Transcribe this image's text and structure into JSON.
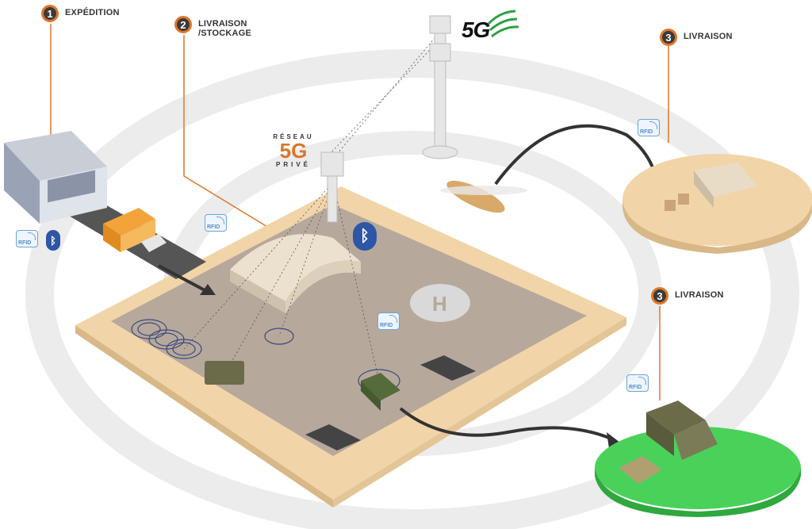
{
  "steps": [
    {
      "number": "1",
      "label": "EXPÉDITION"
    },
    {
      "number": "2",
      "label_line1": "LIVRAISON",
      "label_line2": "/STOCKAGE"
    },
    {
      "number": "3",
      "label": "LIVRAISON"
    },
    {
      "number": "3",
      "label": "LIVRAISON"
    }
  ],
  "network": {
    "public_label": "5G",
    "private_top": "RÉSEAU",
    "private_mid": "5G",
    "private_bottom": "PRIVÉ"
  },
  "tags": {
    "rfid": "RFID",
    "bluetooth_icon": "bluetooth-icon",
    "rfid_icon": "rfid-icon"
  },
  "helipad_letter": "H",
  "colors": {
    "accent_orange": "#e0762b",
    "sand": "#f1d5a8",
    "ground": "#b7a89c",
    "green_zone": "#4ad15a",
    "bluetooth": "#2f55a6"
  }
}
